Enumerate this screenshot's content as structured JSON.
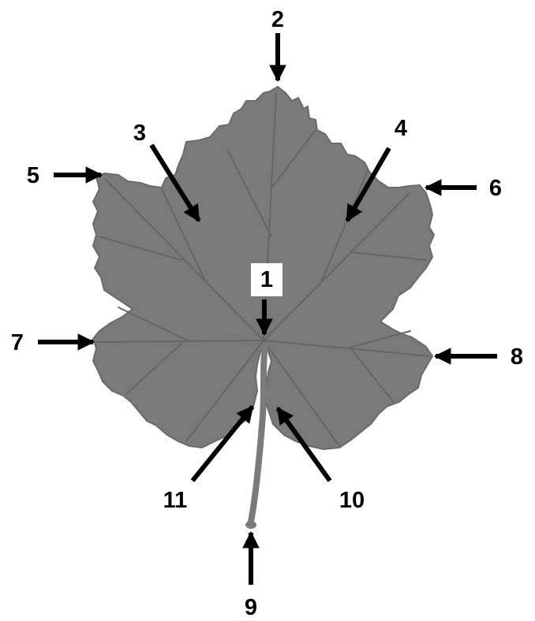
{
  "labels": {
    "l1": "1",
    "l2": "2",
    "l3": "3",
    "l4": "4",
    "l5": "5",
    "l6": "6",
    "l7": "7",
    "l8": "8",
    "l9": "9",
    "l10": "10",
    "l11": "11"
  },
  "colors": {
    "background": "#ffffff",
    "leaf": "#7a7a7a",
    "leaf_edge": "#6a6a6a",
    "veins": "#666666",
    "arrows": "#000000",
    "label_box": "#ffffff"
  },
  "icons": {
    "arrow": "arrow-icon",
    "leaf": "grape-leaf-icon"
  }
}
